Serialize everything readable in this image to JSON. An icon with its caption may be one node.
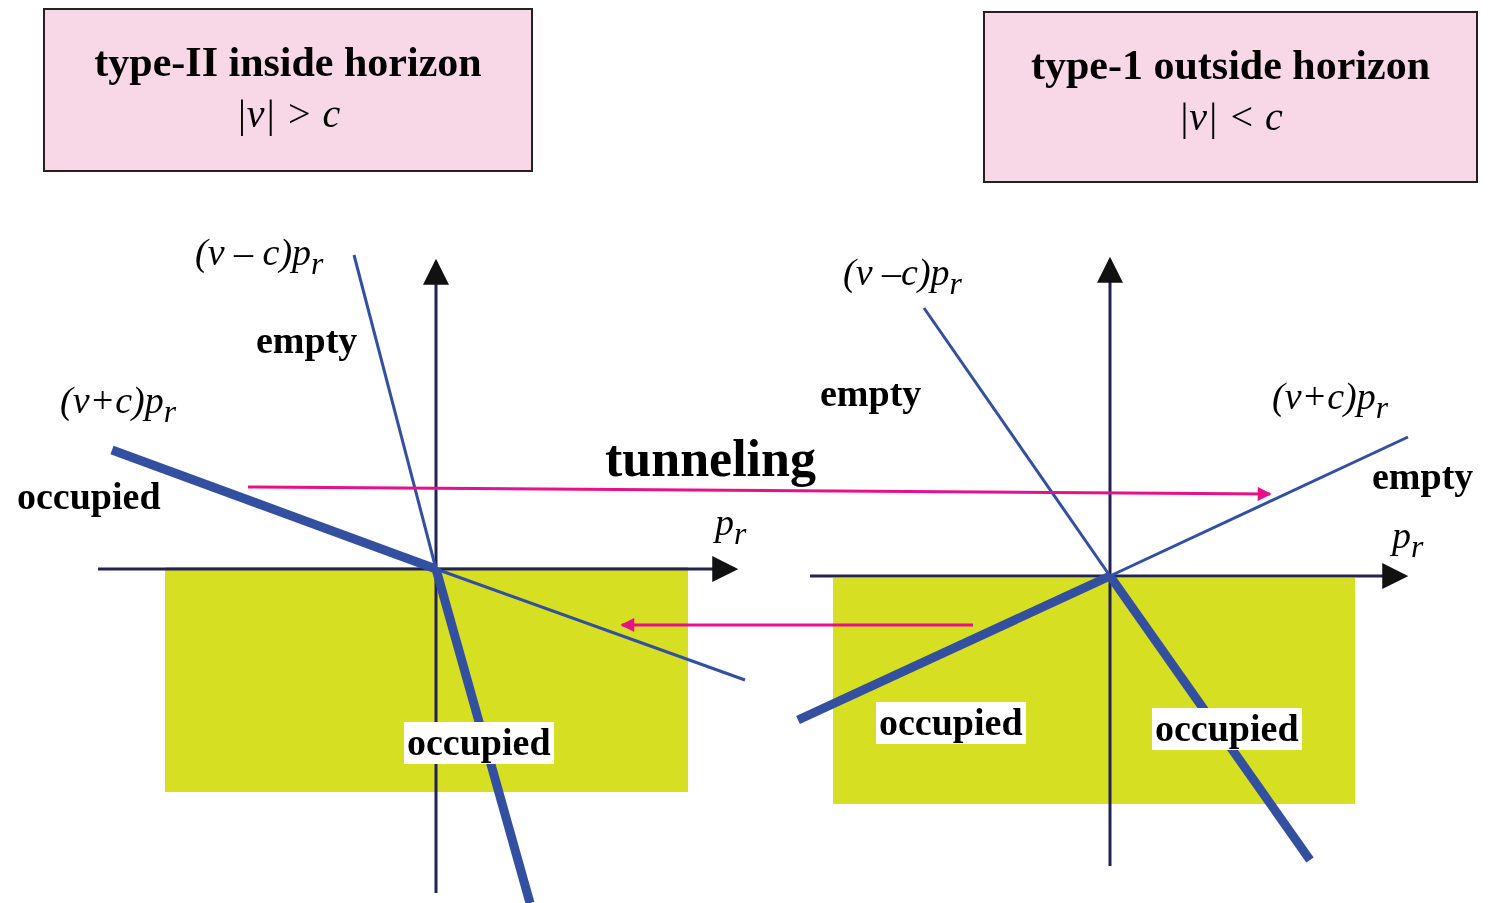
{
  "diagram": {
    "nodes": [
      {
        "text": [
          "type-II inside horizon",
          "|v| > c"
        ]
      },
      {
        "text": [
          "type-1 outside horizon",
          "|v| < c"
        ]
      }
    ],
    "edges": [],
    "labels": [
      "(v – c)p$_{r}$",
      "(v –c)p$_{r}$",
      "empty",
      "empty",
      "(v+c)p$_{r}$",
      "(v+c)p$_{r}$",
      "tunneling",
      "occupied",
      "empty",
      "p$_{r}$",
      "p$_{r}$",
      "occupied",
      "occupied",
      "occupied"
    ]
  }
}
